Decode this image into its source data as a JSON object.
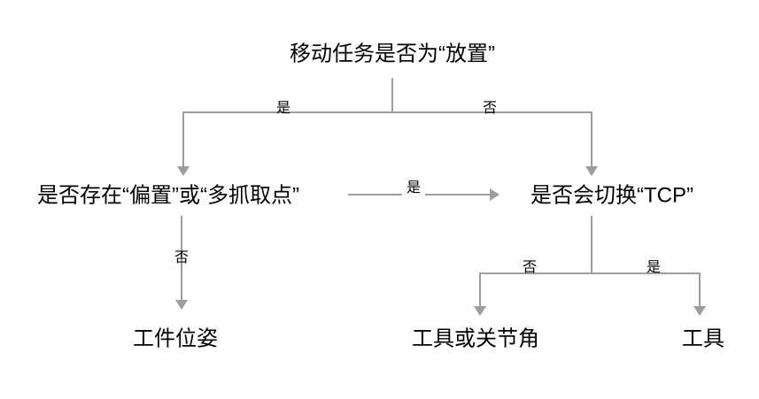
{
  "diagram": {
    "type": "flowchart-decision-tree",
    "nodes": {
      "root": "移动任务是否为“放置”",
      "offset_question": "是否存在“偏置”或“多抓取点”",
      "tcp_question": "是否会切换“TCP”",
      "workpiece_pose": "工件位姿",
      "tool_or_joint": "工具或关节角",
      "tool": "工具"
    },
    "edges": [
      {
        "from": "root",
        "to": "offset_question",
        "label": "是"
      },
      {
        "from": "root",
        "to": "tcp_question",
        "label": "否"
      },
      {
        "from": "offset_question",
        "to": "tcp_question",
        "label": "是"
      },
      {
        "from": "offset_question",
        "to": "workpiece_pose",
        "label": "否"
      },
      {
        "from": "tcp_question",
        "to": "tool_or_joint",
        "label": "否"
      },
      {
        "from": "tcp_question",
        "to": "tool",
        "label": "是"
      }
    ],
    "colors": {
      "line": "#9d9d9d",
      "text": "#000000",
      "background": "#ffffff"
    }
  }
}
